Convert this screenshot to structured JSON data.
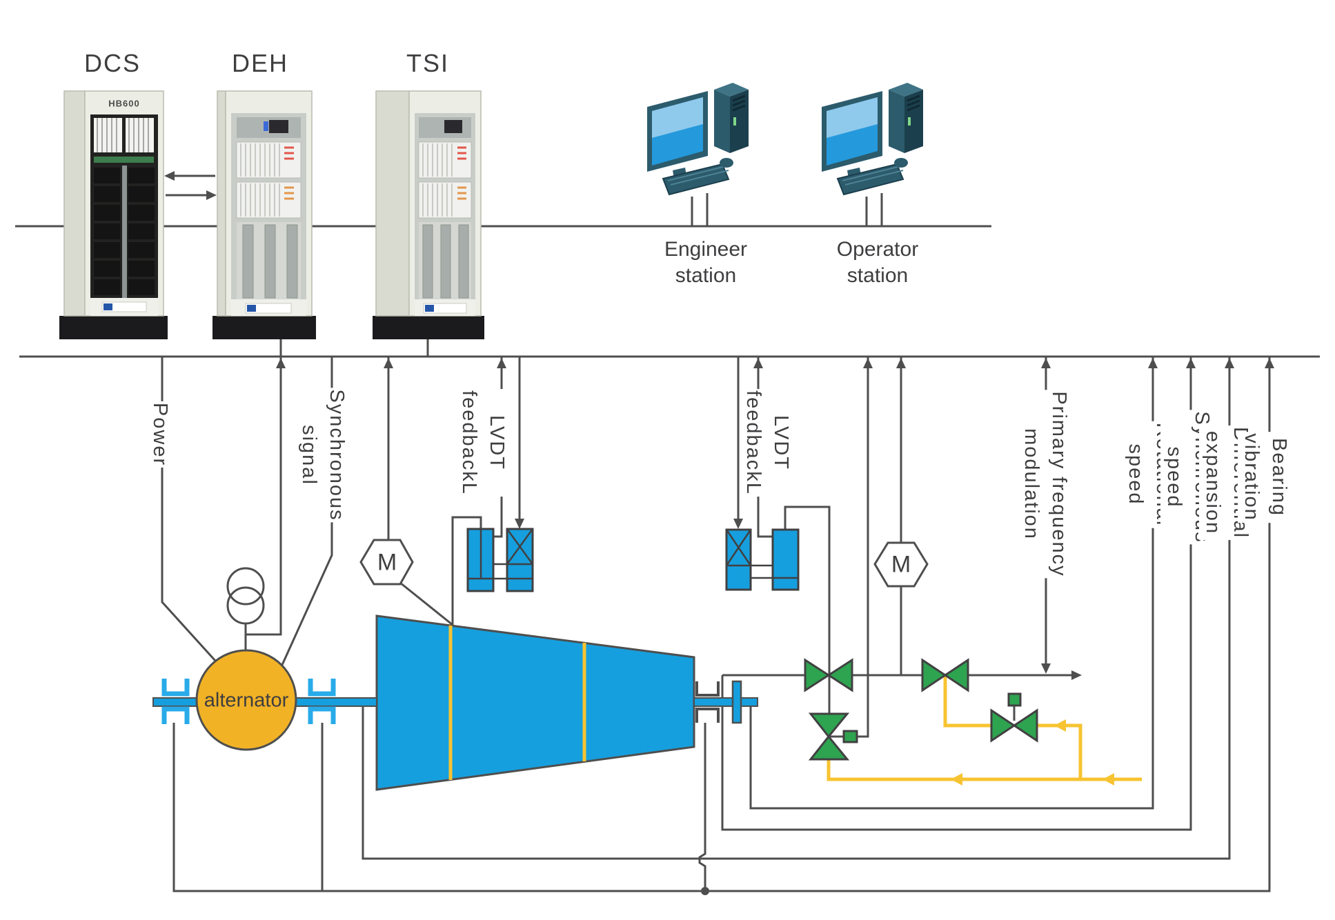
{
  "title_labels": {
    "dcs": "DCS",
    "deh": "DEH",
    "tsi": "TSI",
    "hb600": "HB600"
  },
  "stations": {
    "engineer": "Engineer\nstation",
    "operator": "Operator\nstation"
  },
  "signals": {
    "power": "Power",
    "sync_signal": "Synchronous\nsignal",
    "lvdt_feedback_1": "LVDT\nfeedbackL",
    "lvdt_feedback_2": "LVDT\nfeedbackL",
    "primary_freq": "Primary frequency\nmodulation",
    "rotational_speed": "Rotational\nspeed",
    "synchronous_speed": "Synchronous\nspeed",
    "differential_expansion": "Differential\nexpansion",
    "bearing_vibration": "Bearing\nvibration"
  },
  "equipment": {
    "alternator": "alternator",
    "motor_1": "M",
    "motor_2": "M"
  },
  "colors": {
    "line": "#4E4E4E",
    "blue": "#169FDE",
    "bearing_blue": "#29ABE9",
    "green": "#2EA350",
    "yellow": "#F7C331",
    "orange": "#F2B226"
  }
}
